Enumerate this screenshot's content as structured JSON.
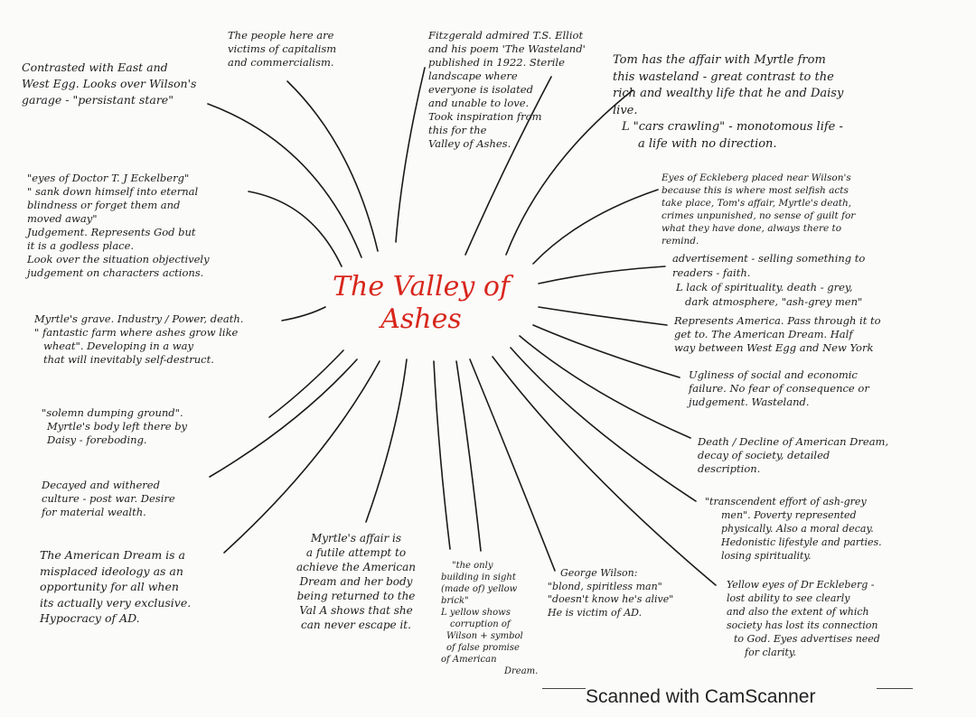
{
  "title": [
    "The Valley of",
    "Ashes"
  ],
  "notes": [
    {
      "id": "capitalism",
      "lines": [
        "The people here are",
        "victims of capitalism",
        "and commercialism."
      ]
    },
    {
      "id": "eliot",
      "lines": [
        "Fitzgerald admired T.S. Elliot",
        "and his poem 'The Wasteland'",
        "published in 1922. Sterile",
        "landscape where",
        "everyone is isolated",
        "and unable to love.",
        "Took inspiration from",
        "this for the",
        "Valley of Ashes."
      ]
    },
    {
      "id": "contrast",
      "lines": [
        "Contrasted with East and",
        "West Egg. Looks over Wilson's",
        "garage - \"persistant stare\""
      ]
    },
    {
      "id": "tom",
      "lines": [
        "Tom has the affair with Myrtle from",
        "this wasteland - great contrast to the",
        "rich and wealthy life that he and Daisy",
        "live.",
        "L \"cars crawling\" - monotomous life -",
        "a life with no direction."
      ]
    },
    {
      "id": "eckleburg",
      "lines": [
        "\"eyes of Doctor T. J Eckelberg\"",
        "\" sank down himself into eternal",
        "blindness or forget them and",
        "moved away\"",
        "Judgement. Represents God but",
        "it is a godless place.",
        "Look over the situation objectively",
        "judgement on characters actions."
      ]
    },
    {
      "id": "placed",
      "lines": [
        "Eyes of Eckleberg placed near Wilson's",
        "because this is where most selfish acts",
        "take place, Tom's affair, Myrtle's death,",
        "crimes unpunished, no sense of guilt for",
        "what they have done, always there to",
        "remind."
      ]
    },
    {
      "id": "advertisement",
      "lines": [
        "advertisement - selling something to",
        "readers - faith.",
        "L lack of spirituality. death - grey,",
        "dark atmosphere, \"ash-grey men\""
      ]
    },
    {
      "id": "grave",
      "lines": [
        "Myrtle's grave. Industry / Power, death.",
        "\" fantastic farm where ashes grow like",
        "wheat\". Developing in a way",
        "that will inevitably self-destruct."
      ]
    },
    {
      "id": "america",
      "lines": [
        "Represents America. Pass through it to",
        "get to. The American Dream. Half",
        "way between West Egg and New York"
      ]
    },
    {
      "id": "ugliness",
      "lines": [
        "Ugliness of social and economic",
        "failure. No fear of consequence or",
        "judgement. Wasteland."
      ]
    },
    {
      "id": "solemn",
      "lines": [
        "\"solemn dumping ground\".",
        "Myrtle's body left there by",
        "Daisy - foreboding."
      ]
    },
    {
      "id": "decline",
      "lines": [
        "Death / Decline of American Dream,",
        "decay of society, detailed",
        "description."
      ]
    },
    {
      "id": "decayed",
      "lines": [
        "Decayed and withered",
        "culture - post war. Desire",
        "for material wealth."
      ]
    },
    {
      "id": "transcendent",
      "lines": [
        "\"transcendent effort of ash-grey",
        "men\". Poverty represented",
        "physically. Also a moral decay.",
        "Hedonistic lifestyle and parties.",
        "losing spirituality."
      ]
    },
    {
      "id": "dream",
      "lines": [
        "The American Dream is a",
        "misplaced ideology as an",
        "opportunity for all when",
        "its actually very exclusive.",
        "Hypocracy of AD."
      ]
    },
    {
      "id": "affair",
      "lines": [
        "Myrtle's affair is",
        "a futile attempt to",
        "achieve the American",
        "Dream and her body",
        "being returned to the",
        "Val A shows that she",
        "can never escape it."
      ]
    },
    {
      "id": "building",
      "lines": [
        "\"the only",
        "building in sight",
        "(made of) yellow",
        "brick\"",
        "L yellow shows",
        "corruption of",
        "Wilson + symbol",
        "of false promise",
        "of American",
        "Dream."
      ]
    },
    {
      "id": "wilson",
      "lines": [
        "George Wilson:",
        "\"blond, spiritless man\"",
        "\"doesn't know he's alive\"",
        "He is victim of AD."
      ]
    },
    {
      "id": "yellow",
      "lines": [
        "Yellow eyes of Dr Eckleberg -",
        "lost ability to see clearly",
        "and also the extent of which",
        "society has lost its connection",
        "to God. Eyes advertises need",
        "for clarity."
      ]
    }
  ],
  "footer": "Scanned with CamScanner",
  "colors": {
    "title": "#d8261c",
    "ink": "#1c1c1c"
  }
}
